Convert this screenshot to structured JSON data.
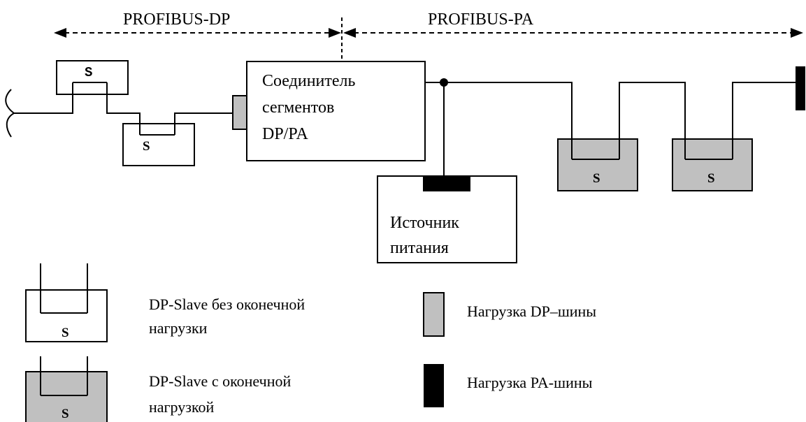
{
  "segments": {
    "dp_label": "PROFIBUS-DP",
    "pa_label": "PROFIBUS-PA"
  },
  "coupler": {
    "line1": "Соединитель",
    "line2": "сегментов",
    "line3": "DP/PA"
  },
  "power_supply": {
    "line1": "Источник",
    "line2": "питания"
  },
  "slave_letter": "S",
  "legend": {
    "slave_no_term_line1": "DP-Slave  без оконечной",
    "slave_no_term_line2": "нагрузки",
    "slave_term_line1": "DP-Slave  с оконечной",
    "slave_term_line2": "нагрузкой",
    "dp_load": "Нагрузка DP–шины",
    "pa_load": "Нагрузка PA-шины"
  },
  "colors": {
    "dp_terminator": "#c0c0c0",
    "pa_terminator": "#000000",
    "terminated_slave_fill": "#c0c0c0"
  }
}
